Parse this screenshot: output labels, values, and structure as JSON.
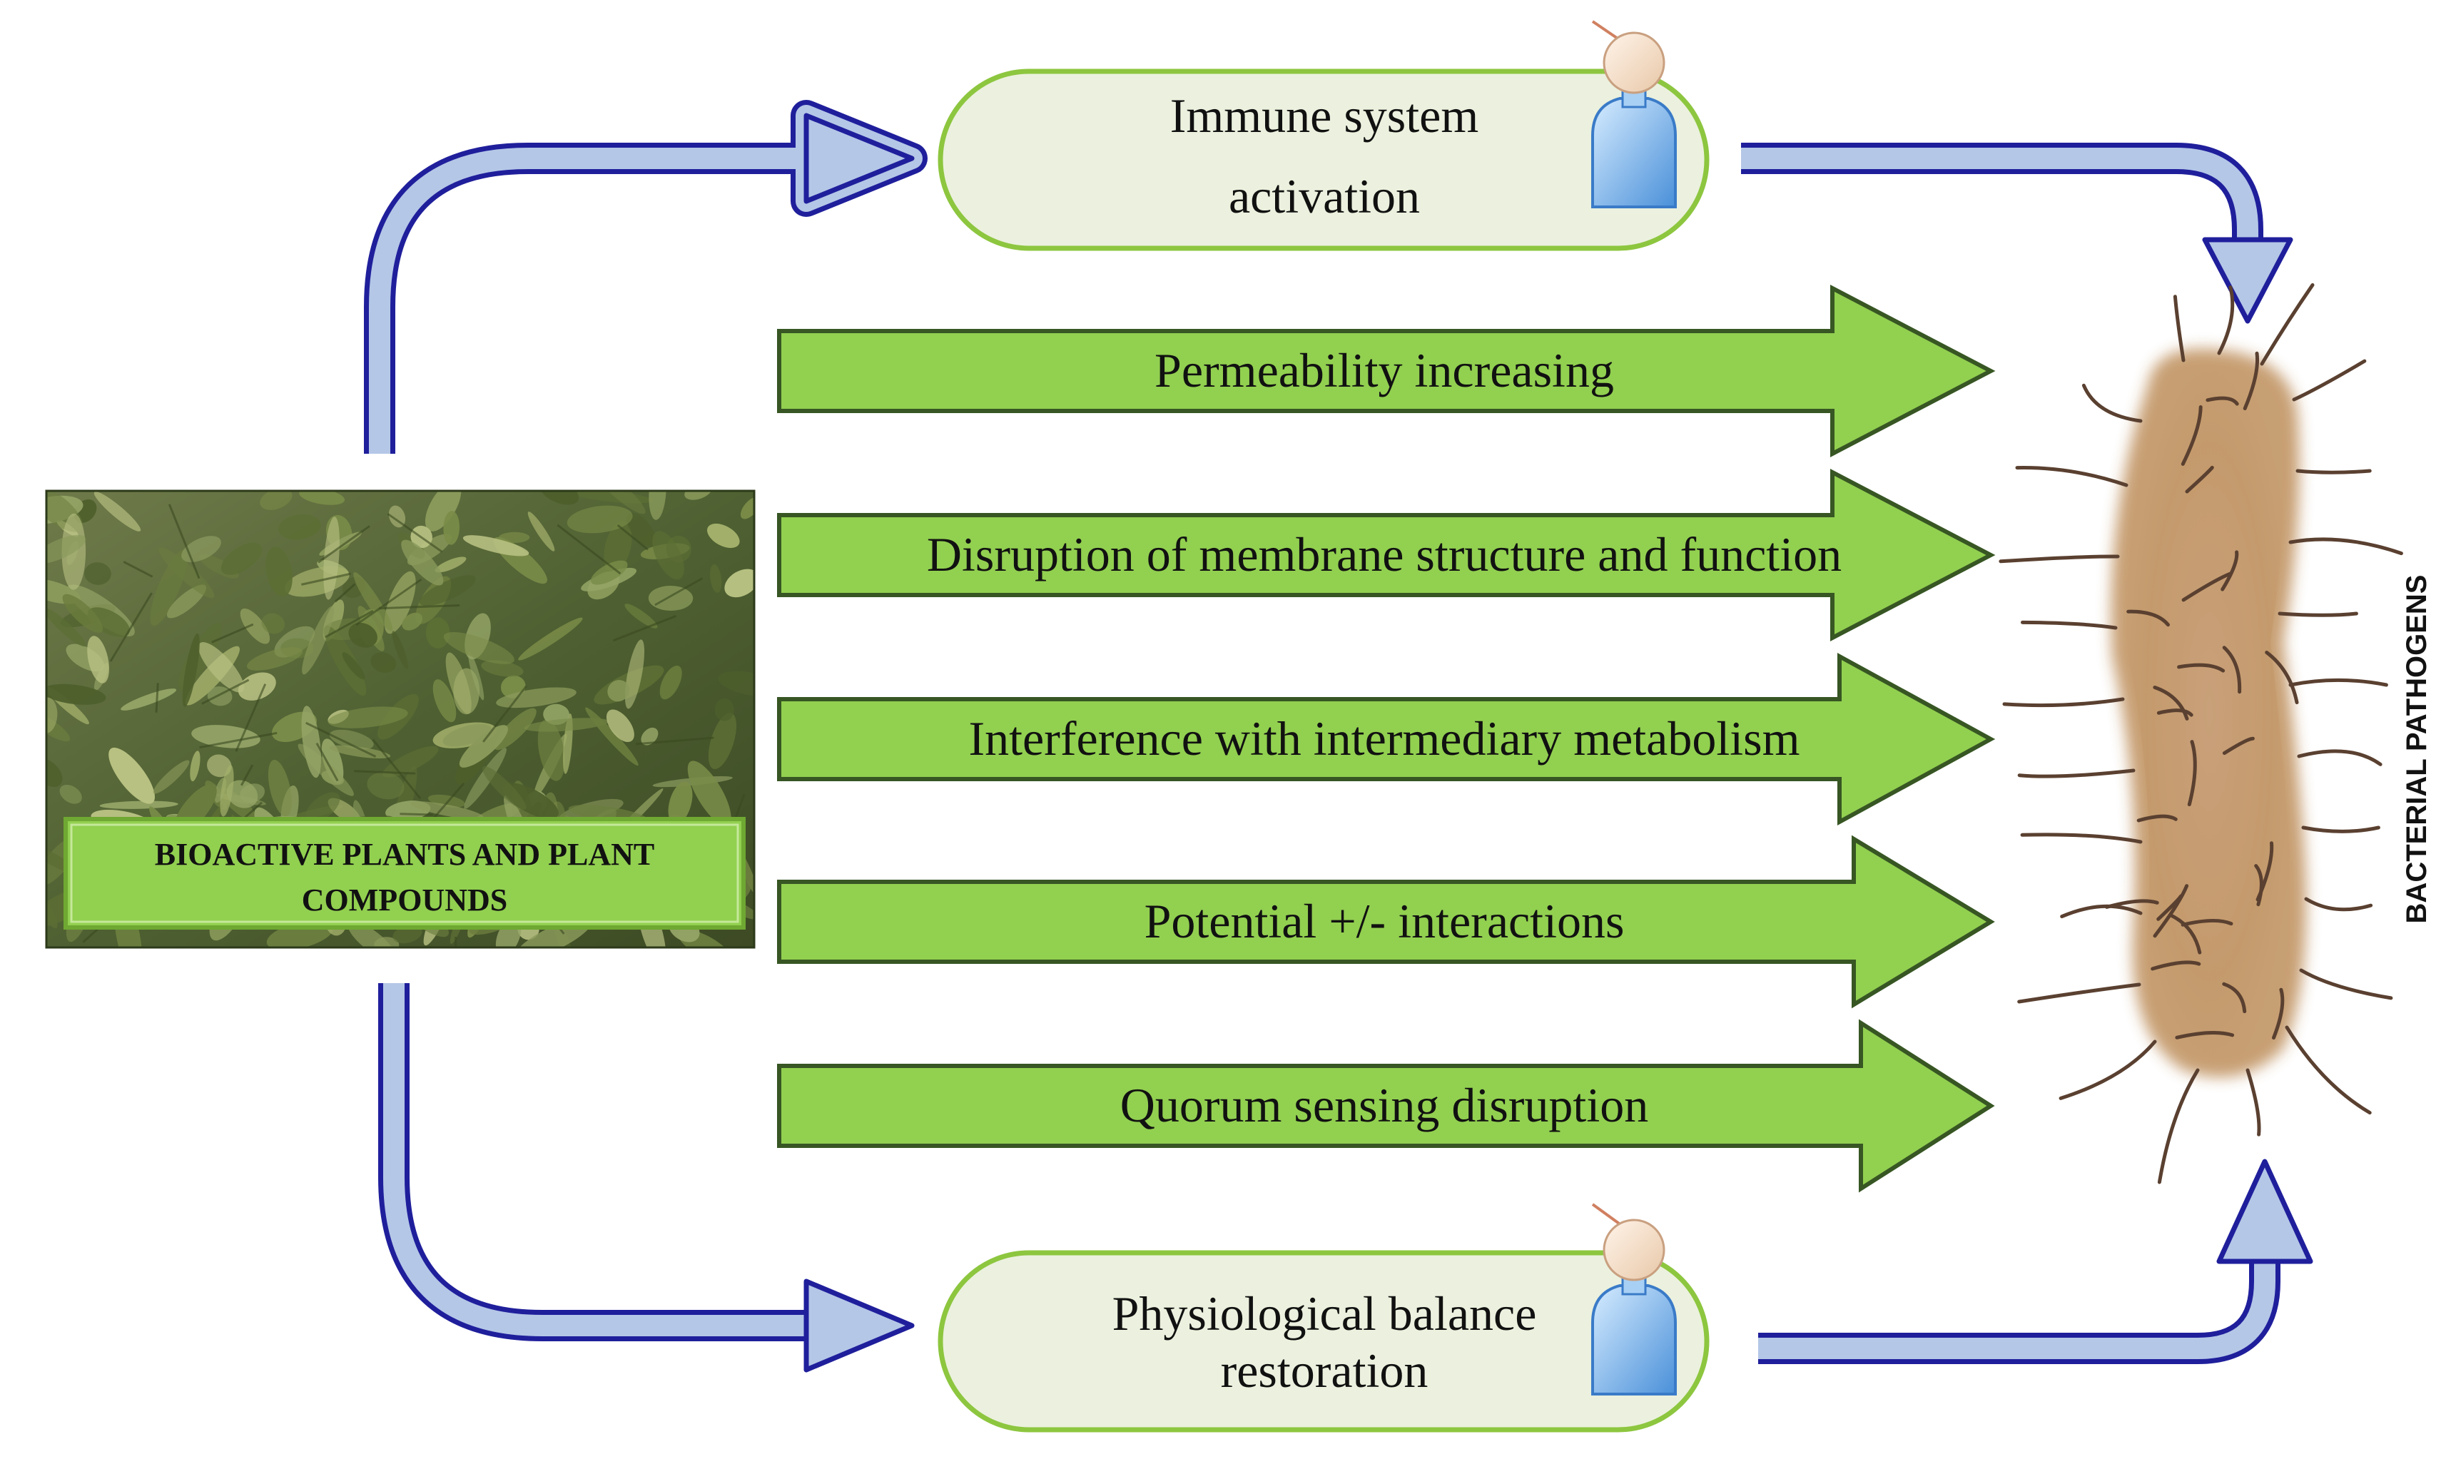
{
  "source": {
    "label_line1": "BIOACTIVE PLANTS AND PLANT",
    "label_line2": "COMPOUNDS",
    "image": "dried-herb-leaves-photo"
  },
  "pathways": {
    "top": {
      "line1": "Immune system",
      "line2": "activation",
      "icon": "person-icon"
    },
    "bottom": {
      "line1": "Physiological balance",
      "line2": "restoration",
      "icon": "person-icon"
    }
  },
  "mechanisms": [
    "Permeability increasing",
    "Disruption of membrane structure and function",
    "Interference with intermediary metabolism",
    "Potential +/- interactions",
    "Quorum sensing disruption"
  ],
  "target": {
    "label": "BACTERIAL PATHOGENS",
    "icon": "bacterium-icon"
  },
  "colors": {
    "green_arrow": "#92d050",
    "green_outline": "#375623",
    "blue_arrow_fill": "#b4c7e7",
    "blue_arrow_outline": "#1f1f9c",
    "pill_fill": "#ebf1de",
    "pill_outline": "#8dc63f",
    "bacterium": "#c49a6c"
  }
}
